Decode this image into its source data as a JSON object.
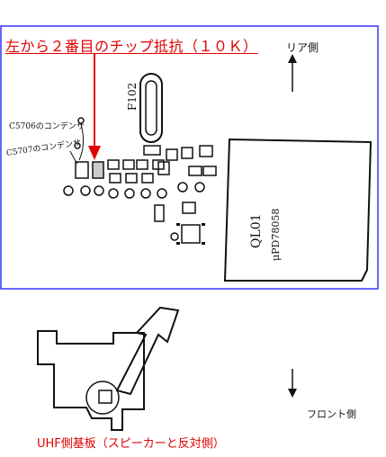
{
  "title": "左から２番目のチップ抵抗（１０Ｋ）",
  "labels": {
    "rear": "リア側",
    "front": "フロント側",
    "fuse": "F102",
    "ic_line1": "QL01",
    "ic_line2": "μPD78058",
    "capacitor_1": "C5706のコンデンサ",
    "capacitor_2": "C5707のコンデンサ"
  },
  "caption": "UHF側基板（スピーカーと反対側）",
  "colors": {
    "annotation": "#e00000",
    "frame": "#3333ff",
    "ink": "#111111"
  }
}
